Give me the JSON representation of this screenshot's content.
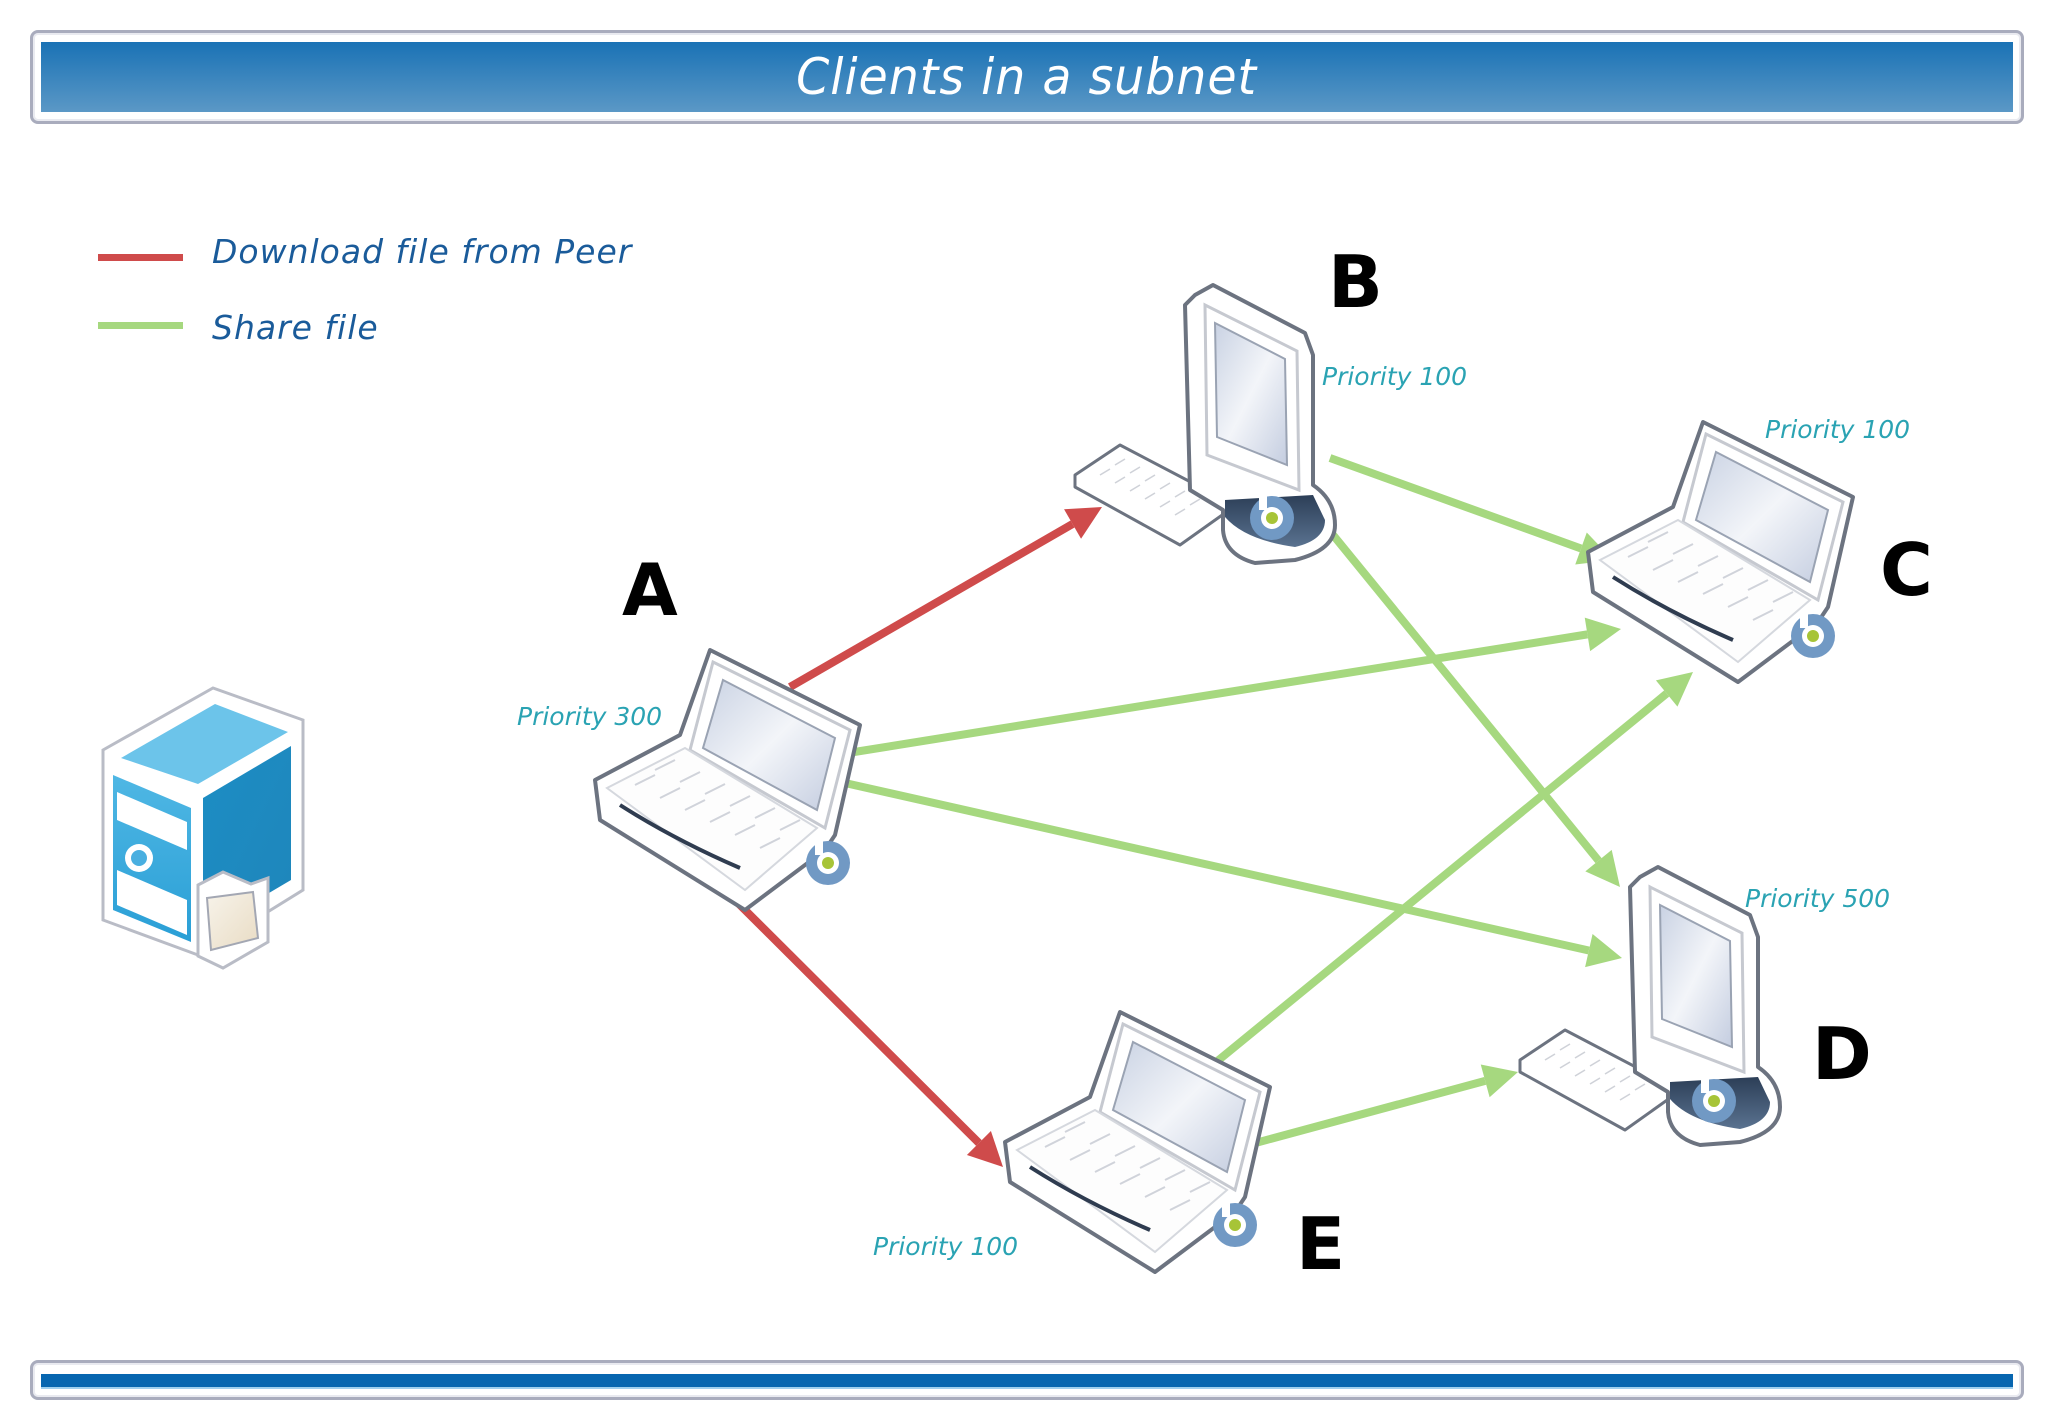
{
  "header": {
    "title": "Clients in a subnet"
  },
  "legend": {
    "items": [
      {
        "label": "Download file from Peer",
        "color": "#cf4b4b"
      },
      {
        "label": "Share file",
        "color": "#a6d87f"
      }
    ]
  },
  "colors": {
    "download": "#cf4b4b",
    "share": "#a6d87f",
    "priority_text": "#2aa3b3",
    "header_band": "#1a72b5",
    "footer_band": "#0766b0",
    "badge_ring": "#7199c4",
    "badge_dot": "#a7c437"
  },
  "server": {
    "icon": "file-server-icon"
  },
  "nodes": {
    "A": {
      "label": "A",
      "type": "laptop",
      "priority": "Priority 300"
    },
    "B": {
      "label": "B",
      "type": "desktop",
      "priority": "Priority 100"
    },
    "C": {
      "label": "C",
      "type": "laptop",
      "priority": "Priority 100"
    },
    "D": {
      "label": "D",
      "type": "desktop",
      "priority": "Priority 500"
    },
    "E": {
      "label": "E",
      "type": "laptop",
      "priority": "Priority 100"
    }
  },
  "connections": [
    {
      "from": "A",
      "to": "B",
      "kind": "download"
    },
    {
      "from": "A",
      "to": "E",
      "kind": "download"
    },
    {
      "from": "A",
      "to": "C",
      "kind": "share"
    },
    {
      "from": "A",
      "to": "D",
      "kind": "share"
    },
    {
      "from": "B",
      "to": "C",
      "kind": "share"
    },
    {
      "from": "B",
      "to": "D",
      "kind": "share"
    },
    {
      "from": "E",
      "to": "C",
      "kind": "share"
    },
    {
      "from": "E",
      "to": "D",
      "kind": "share"
    }
  ]
}
